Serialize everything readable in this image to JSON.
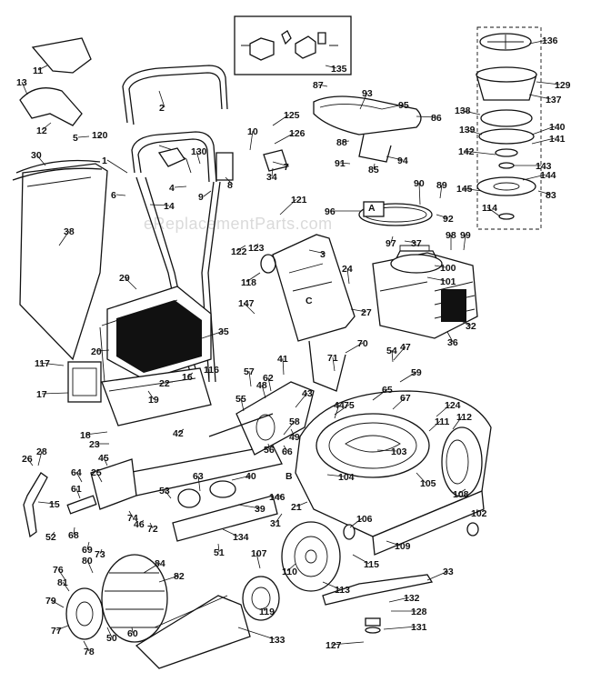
{
  "watermark": "eReplacementParts.com",
  "callout_letters": [
    "A",
    "B",
    "C"
  ],
  "part_numbers": [
    "1",
    "2",
    "3",
    "4",
    "5",
    "6",
    "7",
    "8",
    "9",
    "10",
    "11",
    "12",
    "13",
    "14",
    "15",
    "16",
    "17",
    "18",
    "19",
    "20",
    "21",
    "22",
    "23",
    "24",
    "25",
    "26",
    "27",
    "28",
    "29",
    "30",
    "31",
    "32",
    "33",
    "34",
    "35",
    "36",
    "37",
    "38",
    "39",
    "40",
    "41",
    "42",
    "43",
    "44",
    "45",
    "46",
    "47",
    "48",
    "49",
    "50",
    "51",
    "52",
    "53",
    "54",
    "55",
    "56",
    "57",
    "58",
    "59",
    "60",
    "61",
    "62",
    "63",
    "64",
    "65",
    "66",
    "67",
    "68",
    "69",
    "70",
    "71",
    "72",
    "73",
    "74",
    "75",
    "76",
    "77",
    "78",
    "79",
    "80",
    "81",
    "82",
    "83",
    "84",
    "85",
    "86",
    "87",
    "88",
    "89",
    "90",
    "91",
    "92",
    "93",
    "94",
    "95",
    "96",
    "97",
    "98",
    "99",
    "100",
    "101",
    "102",
    "103",
    "104",
    "105",
    "106",
    "107",
    "108",
    "109",
    "110",
    "111",
    "112",
    "113",
    "114",
    "115",
    "116",
    "117",
    "118",
    "119",
    "120",
    "121",
    "122",
    "123",
    "124",
    "125",
    "126",
    "127",
    "128",
    "129",
    "130",
    "131",
    "132",
    "133",
    "134",
    "135",
    "136",
    "137",
    "138",
    "139",
    "140",
    "141",
    "142",
    "143",
    "144",
    "145",
    "146",
    "147"
  ]
}
